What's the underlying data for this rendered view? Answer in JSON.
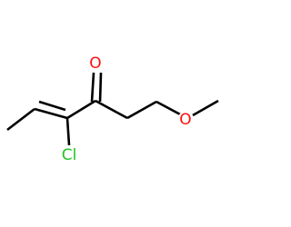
{
  "molecule": {
    "atoms": {
      "carbonyl_oxygen": {
        "symbol": "O",
        "color": "#ff0d0d"
      },
      "ether_oxygen": {
        "symbol": "O",
        "color": "#ff0d0d"
      },
      "chlorine": {
        "symbol": "Cl",
        "color": "#1fc41f"
      }
    },
    "bond_color": "#000000",
    "background": "#ffffff"
  }
}
